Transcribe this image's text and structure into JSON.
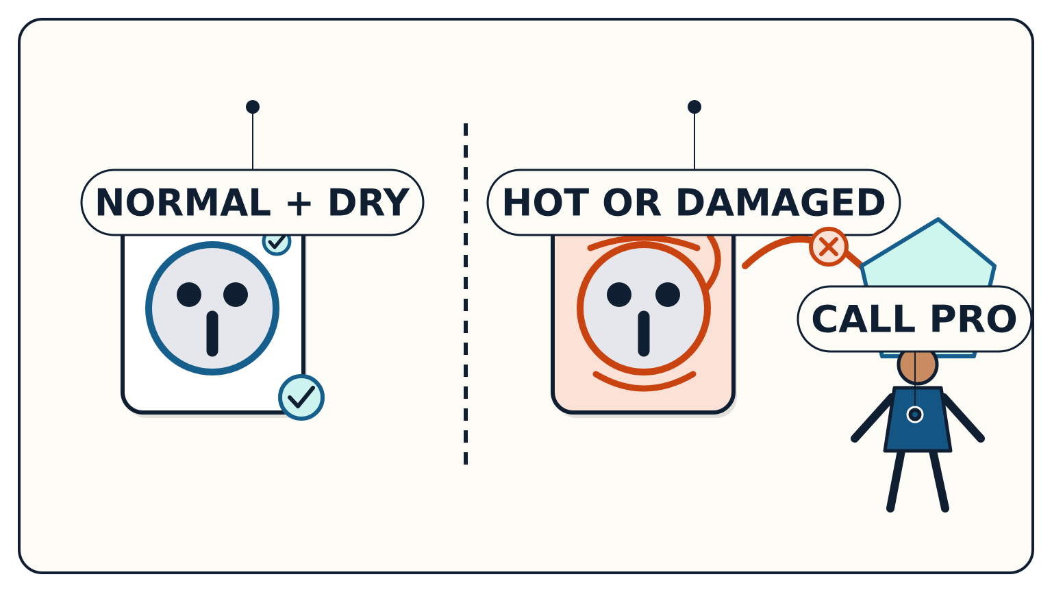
{
  "labels": {
    "left": "NORMAL + DRY",
    "middle": "HOT OR DAMAGED",
    "right": "CALL PRO"
  },
  "colors": {
    "background": "#fdfcf6",
    "ink": "#0f1e30",
    "safe_blue": "#165e8c",
    "safe_check_fill": "#cdf3ee",
    "socket_face": "#e5e7ec",
    "danger_orange": "#c8430f",
    "danger_fill": "#fbe1d6",
    "helmet_fill": "#cdf6ee",
    "skin": "#c98c60",
    "shirt": "#135684"
  },
  "icons": {
    "safe_socket": "outlet-icon",
    "safe_check": "check-circle-icon",
    "hot_socket": "damaged-outlet-icon",
    "warning": "x-circle-icon",
    "person": "electrician-icon"
  }
}
